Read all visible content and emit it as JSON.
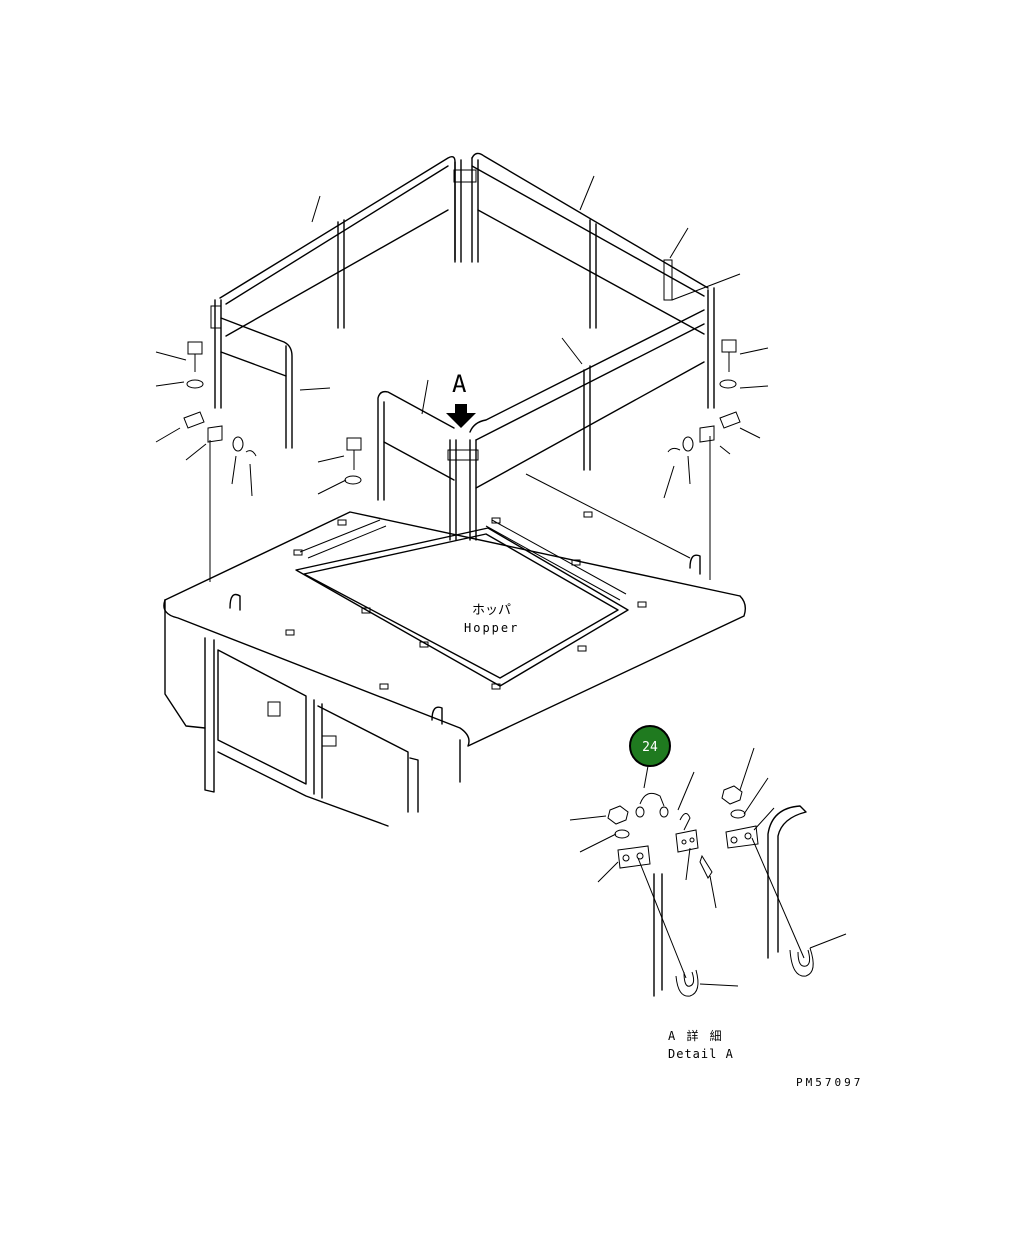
{
  "view_label": "A",
  "hopper": {
    "jp": "ホッパ",
    "en": "Hopper"
  },
  "detail": {
    "jp": "A 詳 細",
    "en": "Detail A"
  },
  "drawing_number": "PM57097",
  "callout": {
    "number": "24",
    "color": "#1f7a1f"
  }
}
